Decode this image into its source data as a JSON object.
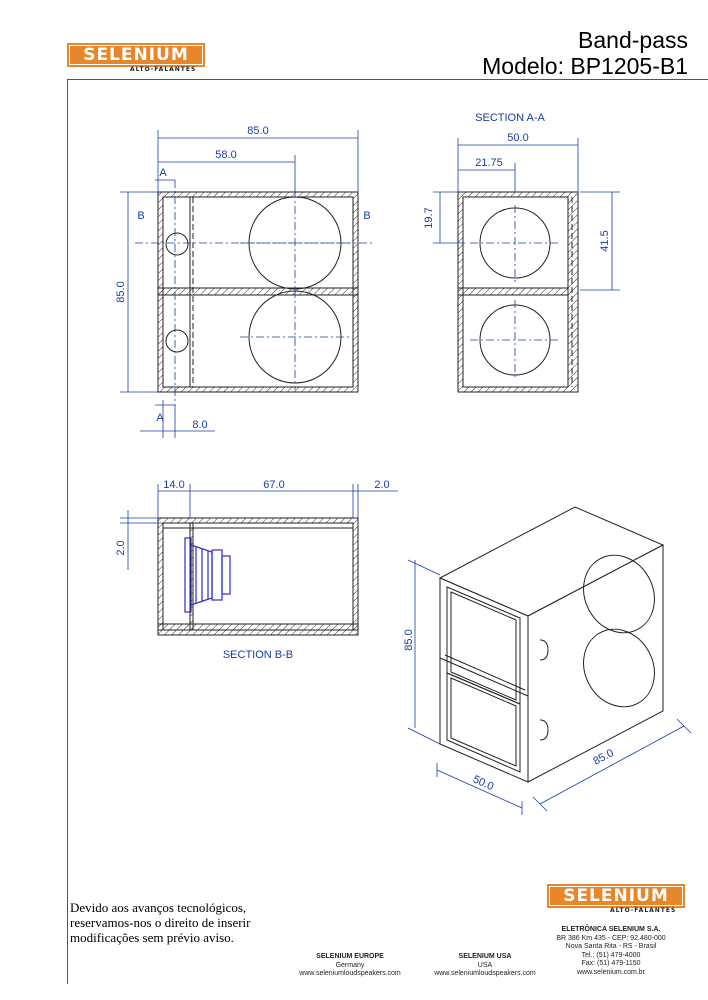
{
  "header": {
    "logo_text": "SELENIUM",
    "logo_sub": "ALTO-FALANTES",
    "title_line1": "Band-pass",
    "title_line2": "Modelo: BP1205-B1"
  },
  "drawing": {
    "front": {
      "width": "85.0",
      "port_offset": "58.0",
      "height": "85.0",
      "wall": "8.0",
      "section_a": "A",
      "section_b": "B"
    },
    "section_aa": {
      "label": "SECTION A-A",
      "depth": "50.0",
      "inner": "21.75",
      "upper": "19.7",
      "half": "41.5"
    },
    "section_bb": {
      "label": "SECTION B-B",
      "front_chamber": "14.0",
      "rear_chamber": "67.0",
      "back_wall": "2.0",
      "wall": "2.0"
    },
    "iso": {
      "height": "85.0",
      "depth": "50.0",
      "width": "85.0"
    }
  },
  "note": {
    "line1": "Devido aos avanços tecnológicos,",
    "line2": "reservamos-nos o direito de inserir",
    "line3": "modificações sem prévio aviso."
  },
  "footer": {
    "logo_text": "SELENIUM",
    "logo_sub": "ALTO-FALANTES",
    "europe": {
      "name": "SELENIUM EUROPE",
      "country": "Germany",
      "web": "www.seleniumloudspeakers.com"
    },
    "usa": {
      "name": "SELENIUM USA",
      "country": "USA",
      "web": "www.seleniumloudspeakers.com"
    },
    "brazil": {
      "name": "ELETRÔNICA SELENIUM S.A.",
      "addr1": "BR 386 Km 435 - CEP: 92.480-000",
      "addr2": "Nova Santa Rita - RS - Brasil",
      "tel": "Tel.: (51) 479-4000",
      "fax": "Fax: (51) 479-1150",
      "web": "www.selenium.com.br"
    }
  }
}
